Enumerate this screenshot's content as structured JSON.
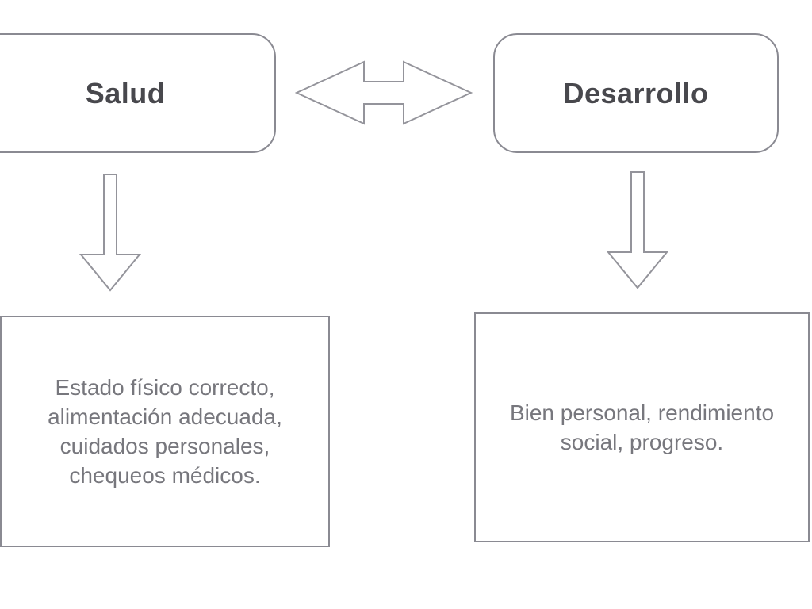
{
  "diagram": {
    "colors": {
      "box_border": "#8a8a92",
      "arrow_stroke": "#94949b",
      "title_text": "#48484d",
      "body_text": "#77777d",
      "background": "#ffffff"
    },
    "top_boxes": [
      {
        "id": "salud",
        "label": "Salud"
      },
      {
        "id": "desarrollo",
        "label": "Desarrollo"
      }
    ],
    "connector": {
      "icon": "double-headed-horizontal-arrow"
    },
    "down_arrows": [
      {
        "icon": "down-arrow",
        "from": "salud"
      },
      {
        "icon": "down-arrow",
        "from": "desarrollo"
      }
    ],
    "bottom_boxes": [
      {
        "id": "salud-details",
        "text": "Estado físico correcto,\nalimentación adecuada,\ncuidados personales,\nchequeos médicos."
      },
      {
        "id": "desarrollo-details",
        "text": "Bien personal, rendimiento\nsocial, progreso."
      }
    ]
  }
}
